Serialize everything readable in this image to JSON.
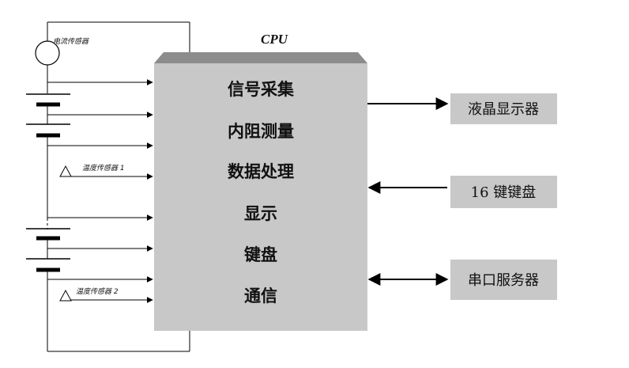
{
  "cpu": {
    "title": "CPU",
    "functions": [
      "信号采集",
      "内阻测量",
      "数据处理",
      "显示",
      "键盘",
      "通信"
    ]
  },
  "peripherals": {
    "lcd": "液晶显示器",
    "keypad": "16 键键盘",
    "serial_server": "串口服务器"
  },
  "sensors": {
    "current": "电流传感器",
    "temp1": "温度传感器 1",
    "temp2": "温度传感器 2"
  },
  "colors": {
    "cpu_fill": "#c8c8c8",
    "cpu_top": "#8c8c8c",
    "peripheral_fill": "#c8c8c8",
    "line": "#000000"
  }
}
